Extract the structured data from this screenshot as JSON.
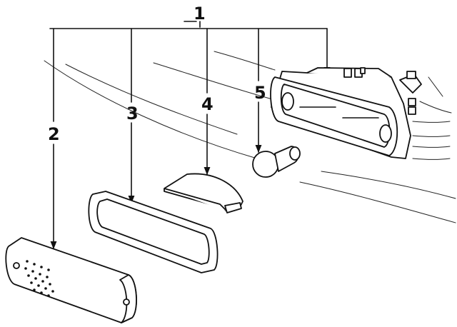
{
  "callouts": {
    "c1": "1",
    "c2": "2",
    "c3": "3",
    "c4": "4",
    "c5": "5"
  },
  "parts": [
    {
      "callout": "1",
      "kind": "lamp-assembly"
    },
    {
      "callout": "2",
      "kind": "lens"
    },
    {
      "callout": "3",
      "kind": "gasket"
    },
    {
      "callout": "4",
      "kind": "reflector"
    },
    {
      "callout": "5",
      "kind": "bulb"
    }
  ],
  "colors": {
    "ink": "#111111",
    "paper": "#ffffff"
  }
}
